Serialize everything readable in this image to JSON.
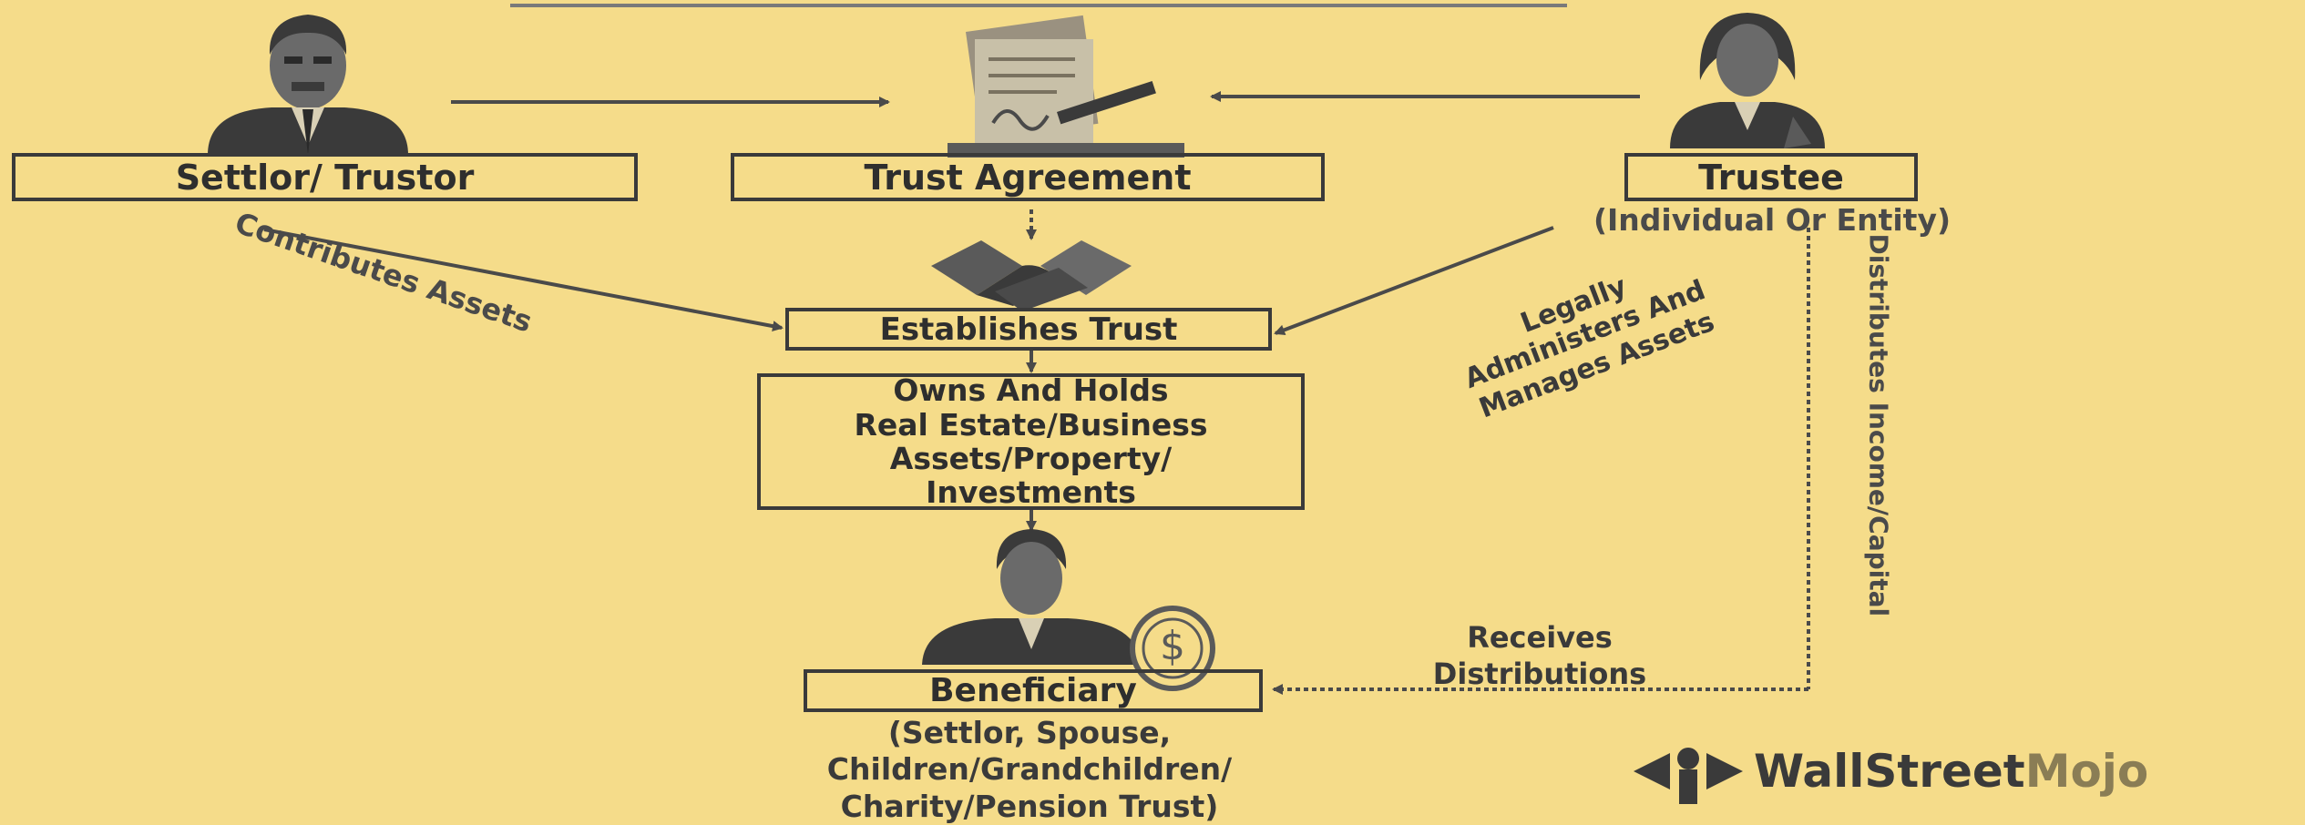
{
  "nodes": {
    "settlor": "Settlor/ Trustor",
    "trust_agreement": "Trust Agreement",
    "trustee": "Trustee",
    "trustee_sub": "(Individual Or Entity)",
    "establishes_trust": "Establishes Trust",
    "owns_holds": [
      "Owns And Holds",
      "Real Estate/Business",
      "Assets/Property/",
      "Investments"
    ],
    "beneficiary": "Beneficiary",
    "beneficiary_sub": [
      "(Settlor, Spouse,",
      "Children/Grandchildren/",
      "Charity/Pension Trust)"
    ]
  },
  "edges": {
    "contributes_assets": "Contributes Assets",
    "legally_administers": [
      "Legally",
      "Administers And",
      "Manages Assets"
    ],
    "distributes": "Distributes Income/Capital",
    "receives": [
      "Receives",
      "Distributions"
    ]
  },
  "icons": {
    "settlor": "businessman-icon",
    "trust_agreement": "signed-document-icon",
    "trustee": "businesswoman-icon",
    "handshake": "handshake-icon",
    "beneficiary": "man-with-coin-icon",
    "coin_symbol": "$"
  },
  "logo": {
    "part1": "WallStreet",
    "part2": "Mojo"
  },
  "colors": {
    "background": "#f5dc8a",
    "box_border": "#3a3a3a",
    "text": "#2e2e2e"
  }
}
